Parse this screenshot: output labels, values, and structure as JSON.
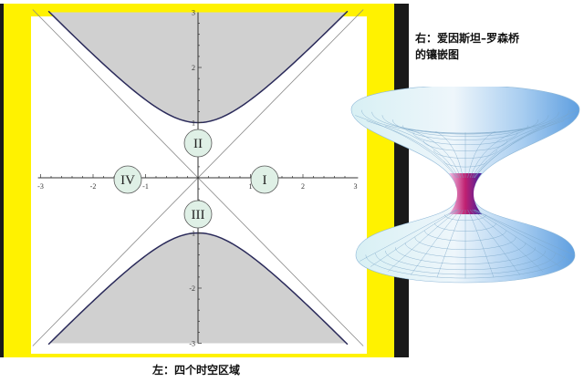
{
  "left_figure": {
    "x_ticks": [
      "-3",
      "-2",
      "-1",
      "1",
      "2",
      "3"
    ],
    "y_ticks": [
      "3",
      "2",
      "1",
      "-1",
      "-2",
      "-3"
    ],
    "regions": [
      "I",
      "II",
      "III",
      "IV"
    ],
    "colors": {
      "border": "#fff200",
      "shade": "#d0d0d0",
      "curve": "#2a2a5a",
      "region_fill": "#dff0e6",
      "side_bar": "#1a1a1a"
    }
  },
  "captions": {
    "right_line1": "右：爱因斯坦–罗森桥",
    "right_line2": "的镶嵌图",
    "left": "左：四个时空区域"
  }
}
